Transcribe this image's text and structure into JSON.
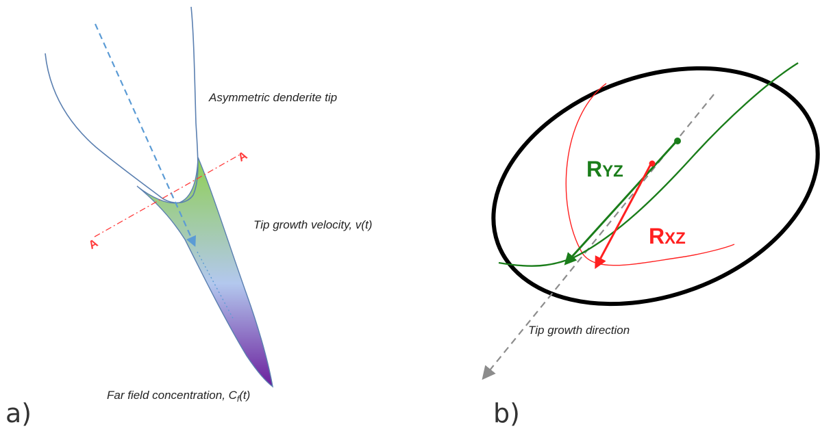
{
  "panel_a": {
    "label": "a)",
    "annotations": {
      "tip": "Asymmetric denderite tip",
      "velocity": "Tip growth velocity, v(t)",
      "far_field_prefix": "Far field concentration, C",
      "far_field_sub": "f",
      "far_field_suffix": "(t)"
    },
    "section_marker": "A",
    "colors": {
      "outline": "#5a7fb0",
      "axis": "#5b9bd5",
      "section_line": "#ff3b3b",
      "gradient_top": "#8fcf52",
      "gradient_mid": "#b3c8ee",
      "gradient_bottom": "#6a1e9c"
    }
  },
  "panel_b": {
    "label": "b)",
    "annotations": {
      "direction": "Tip growth direction"
    },
    "radius_yz": {
      "main": "R",
      "sub": "YZ",
      "color": "#1a7d1a"
    },
    "radius_xz": {
      "main": "R",
      "sub": "XZ",
      "color": "#ff2020"
    },
    "colors": {
      "ellipse": "#000000",
      "axis": "#8c8c8c"
    }
  }
}
